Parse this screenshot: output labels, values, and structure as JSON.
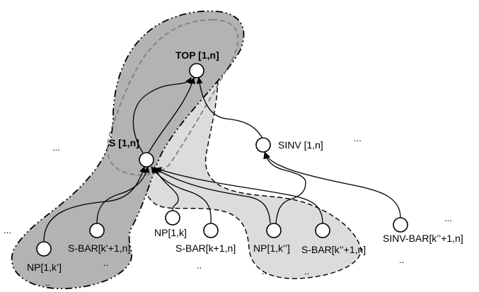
{
  "nodes": {
    "top": "TOP [1,n]",
    "s": "S [1,n]",
    "sinv": "SINV [1,n]",
    "np1k_prime": "NP[1,k’]",
    "sbar_kprime": "S-BAR[k’+1,n]",
    "np1k": "NP[1,k]",
    "sbar_k": "S-BAR[k+1,n]",
    "np1k_dprime": "NP[1,k’’]",
    "sbar_kdprime": "S-BAR[k’’+1,n]",
    "sinvbar_kdprime": "SINV-BAR[k’’+1,n]"
  },
  "ellipses": {
    "left_of_s": "...",
    "left_edge": "...",
    "right_of_sinv": "...",
    "far_right": "...",
    "below_np1kprime": "..",
    "below_sbar_kprime": "..",
    "below_sbar_k": "..",
    "below_np1kdprime": "..",
    "below_sbar_kdprime": "..",
    "below_sinvbar": ".."
  },
  "colors": {
    "dark_region": "#b3b3b3",
    "light_region": "#dcdcdc",
    "node_fill": "#ffffff",
    "stroke": "#000000",
    "inner_dashed": "#808080"
  }
}
